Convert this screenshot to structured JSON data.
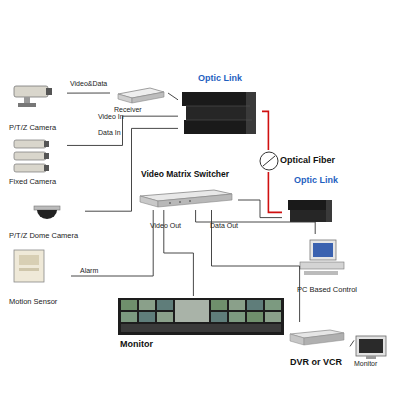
{
  "diagram": {
    "nodes": [
      {
        "text": [
          "P/T/Z Camera"
        ]
      },
      {
        "text": [
          "Receiver"
        ]
      },
      {
        "text": [
          "Optic Link"
        ]
      },
      {
        "text": [
          "Fixed Camera"
        ]
      },
      {
        "text": [
          "Optical Fiber"
        ]
      },
      {
        "text": [
          "Optic Link"
        ]
      },
      {
        "text": [
          "Video Matrix Switcher"
        ]
      },
      {
        "text": [
          "P/T/Z Dome Camera"
        ]
      },
      {
        "text": [
          "PC Based Control"
        ]
      },
      {
        "text": [
          "Motion Sensor"
        ]
      },
      {
        "text": [
          "Monitor"
        ]
      },
      {
        "text": [
          "DVR or VCR"
        ]
      },
      {
        "text": [
          "Monitor"
        ]
      }
    ],
    "edges": [
      {
        "from": 0,
        "to": 1,
        "label": "Video&Data",
        "arrow": "none"
      },
      {
        "from": 1,
        "to": 2,
        "arrow": "none"
      },
      {
        "from": 3,
        "to": 2,
        "label": "Video In",
        "arrow": "none"
      },
      {
        "from": 7,
        "to": 2,
        "label": "Data In",
        "arrow": "none"
      },
      {
        "from": 2,
        "to": 4,
        "arrow": "none"
      },
      {
        "from": 4,
        "to": 5,
        "arrow": "none"
      },
      {
        "from": 5,
        "to": 6,
        "arrow": "none"
      },
      {
        "from": 9,
        "to": 6,
        "label": "Alarm",
        "arrow": "none"
      },
      {
        "from": 6,
        "to": 10,
        "label": "Video Out",
        "arrow": "none"
      },
      {
        "from": 6,
        "to": 8,
        "label": "Data Out",
        "arrow": "none"
      },
      {
        "from": 6,
        "to": 11,
        "arrow": "none"
      },
      {
        "from": 11,
        "to": 12,
        "arrow": "none"
      }
    ]
  }
}
